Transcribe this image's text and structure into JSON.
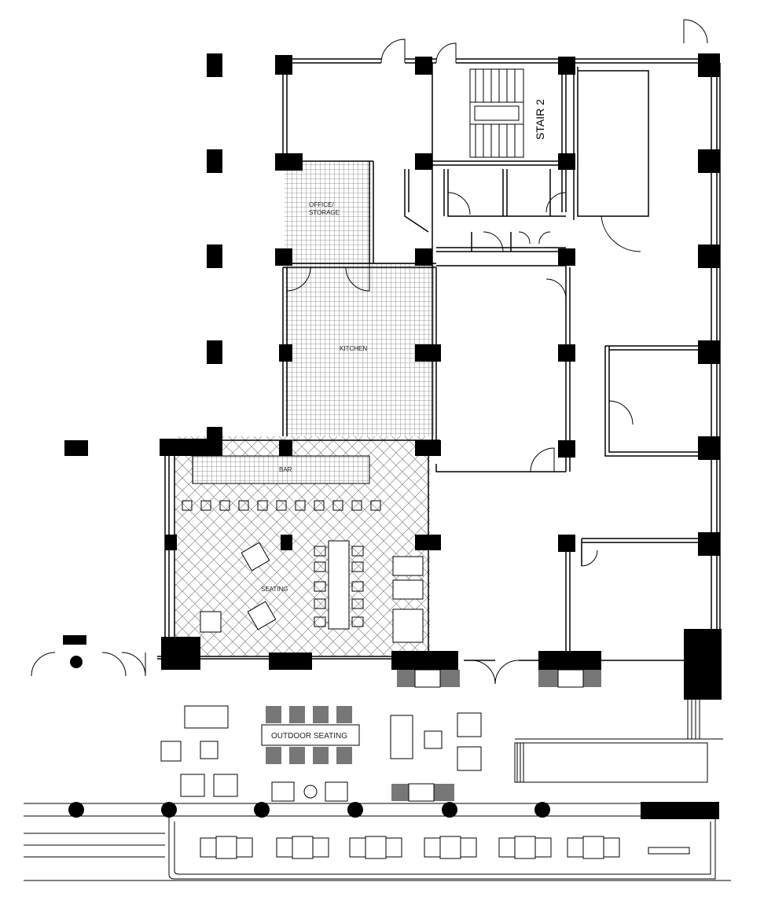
{
  "plan": {
    "rooms": {
      "office_line1": "OFFICE/",
      "office_line2": "STORAGE",
      "kitchen": "KITCHEN",
      "bar": "BAR",
      "seating": "SEATING",
      "outdoor_seating": "OUTDOOR SEATING",
      "stair": "STAIR 2"
    },
    "colors": {
      "ink": "#000000",
      "paper": "#ffffff",
      "hatch": "#555555"
    }
  }
}
